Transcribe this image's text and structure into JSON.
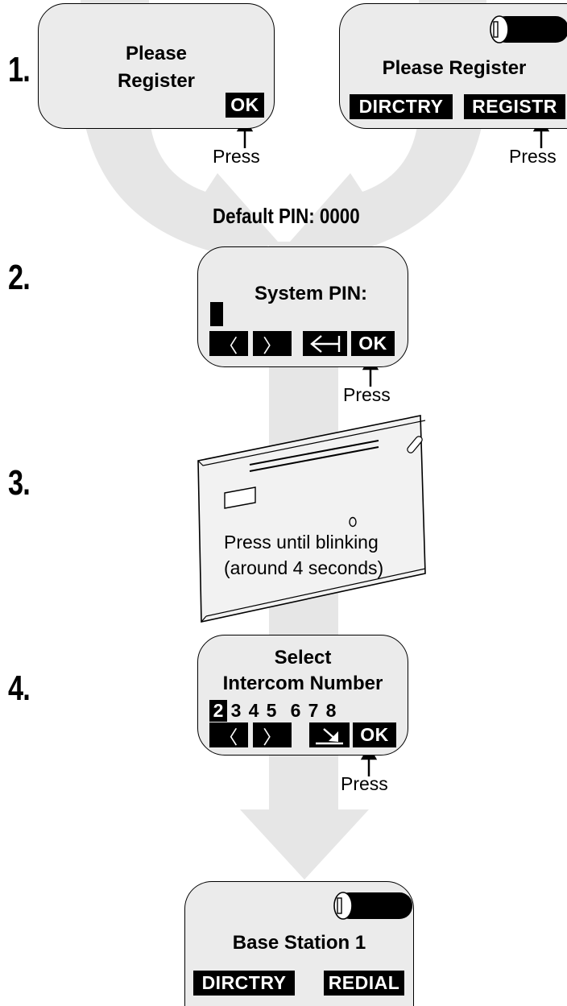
{
  "steps": [
    {
      "number": "1."
    },
    {
      "number": "2."
    },
    {
      "number": "3."
    },
    {
      "number": "4."
    }
  ],
  "press_label": "Press",
  "default_pin": "Default PIN: 0000",
  "screen1a": {
    "line1": "Please",
    "line2": "Register",
    "softkey": "OK"
  },
  "screen1b": {
    "title": "Please Register",
    "softkey_left": "DIRCTRY",
    "softkey_right": "REGISTR"
  },
  "screen2": {
    "title": "System PIN:",
    "softkey_ok": "OK"
  },
  "base": {
    "line1": "Press until blinking",
    "line2": "(around 4 seconds)"
  },
  "screen4": {
    "line1": "Select",
    "line2": "Intercom Number",
    "digits": [
      "2",
      "3",
      "4",
      "5",
      "6",
      "7",
      "8"
    ],
    "selected_digit": "2",
    "softkey_ok": "OK"
  },
  "screen5": {
    "title": "Base Station 1",
    "softkey_left": "DIRCTRY",
    "softkey_right": "REDIAL"
  },
  "colors": {
    "flow_arrow": "#e6e6e6",
    "screen_bg": "#ebebeb",
    "softkey_bg": "#000000"
  }
}
